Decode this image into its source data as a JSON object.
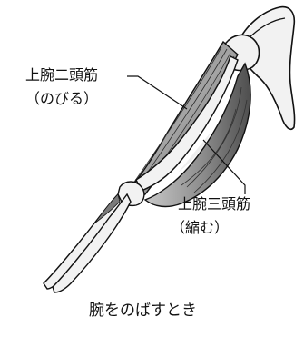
{
  "labels": {
    "biceps_name": "上腕二頭筋",
    "biceps_state": "（のびる）",
    "triceps_name": "上腕三頭筋",
    "triceps_state": "（縮む）"
  },
  "caption": "腕をのばすとき",
  "colors": {
    "line": "#111111",
    "muscle_dark": "#5a5a5a",
    "muscle_mid": "#9a9a9a",
    "muscle_light": "#d8d8d8",
    "bone": "#f2f2f2",
    "background": "#ffffff"
  }
}
